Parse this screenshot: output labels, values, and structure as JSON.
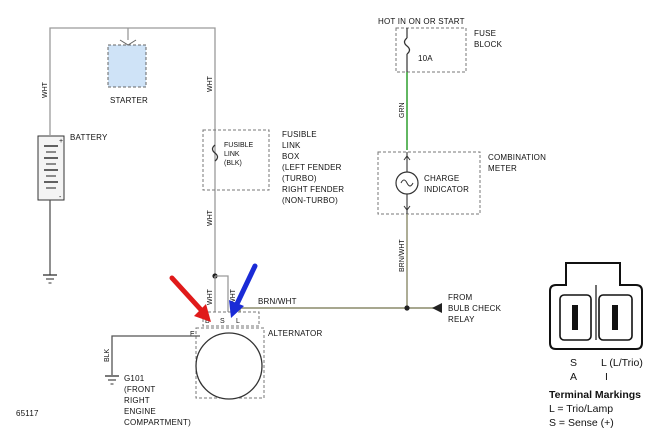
{
  "labels": {
    "wht_left": "WHT",
    "wht_mid_top": "WHT",
    "wht_mid_low": "WHT",
    "wht_terminal": "WHT",
    "wht_terminal2": "WHT",
    "starter": "STARTER",
    "battery": "BATTERY",
    "battery_plus": "+",
    "battery_minus": "-",
    "fusible_link": [
      "FUSIBLE",
      "LINK",
      "(BLK)"
    ],
    "fusible_box": [
      "FUSIBLE",
      "LINK",
      "BOX",
      "(LEFT FENDER",
      "(TURBO)",
      "RIGHT FENDER",
      "(NON-TURBO)"
    ],
    "hot": "HOT IN ON OR START",
    "fuse_block": [
      "FUSE",
      "BLOCK"
    ],
    "fuse_rating": "10A",
    "grn": "GRN",
    "combination_meter": [
      "COMBINATION",
      "METER"
    ],
    "charge_indicator": [
      "CHARGE",
      "INDICATOR"
    ],
    "brn_wht_vertical": "BRN/WHT",
    "brn_wht_horizontal": "BRN/WHT",
    "bulb_check": [
      "FROM",
      "BULB CHECK",
      "RELAY"
    ],
    "alternator": "ALTERNATOR",
    "terminal_b": "B",
    "terminal_s": "S",
    "terminal_l": "L",
    "terminal_e": "E",
    "blk": "BLK",
    "g101": [
      "G101",
      "(FRONT",
      "RIGHT",
      "ENGINE",
      "COMPARTMENT)"
    ],
    "figure_id": "65117",
    "conn_s": "S",
    "conn_l": "L (L/Trio)",
    "conn_a": "A",
    "conn_i": "I",
    "terminal_title": "Terminal Markings",
    "terminal_l_def": "L = Trio/Lamp",
    "terminal_s_def": "S = Sense (+)"
  },
  "colors": {
    "wire": "#9a9a9a",
    "green_wire": "#3aa53a",
    "olive_wire": "#8a8a6a",
    "red_arrow": "#e01a1a",
    "blue_arrow": "#1a2bd6",
    "starter_fill": "#cfe3f7"
  }
}
